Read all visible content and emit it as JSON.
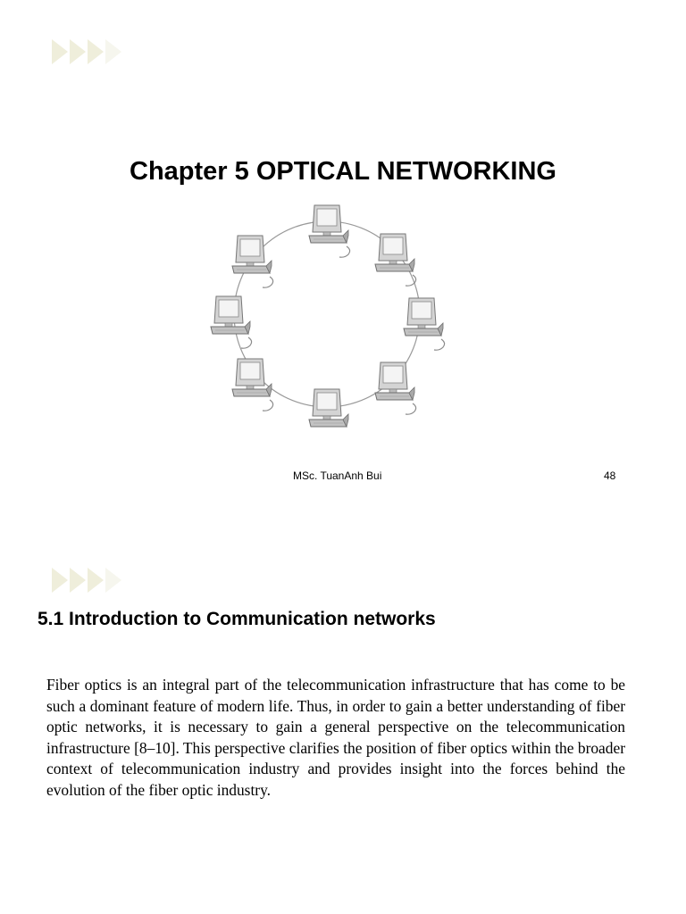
{
  "slide1": {
    "title": "Chapter 5 OPTICAL NETWORKING",
    "diagram_icon": "computer-icon",
    "footer_author": "MSc. TuanAnh Bui",
    "page_number": "48"
  },
  "slide2": {
    "section_title": "5.1 Introduction to Communication networks",
    "body_text": "Fiber optics is an integral part of the telecommunication infrastructure that has come to be such a dominant feature of modern life. Thus, in order to gain a better understanding of fiber optic networks, it is necessary to gain a general perspective on the telecommunication infrastructure [8–10]. This perspective clarifies the position of fiber optics within the broader context of telecommunication indus­try and provides insight into the forces behind the evolution of the fiber optic industry."
  },
  "colors": {
    "arrow": "#efeedb",
    "ring": "#9a9a9a",
    "monitor_case": "#c9c9c9",
    "monitor_screen": "#f2f2f2"
  }
}
